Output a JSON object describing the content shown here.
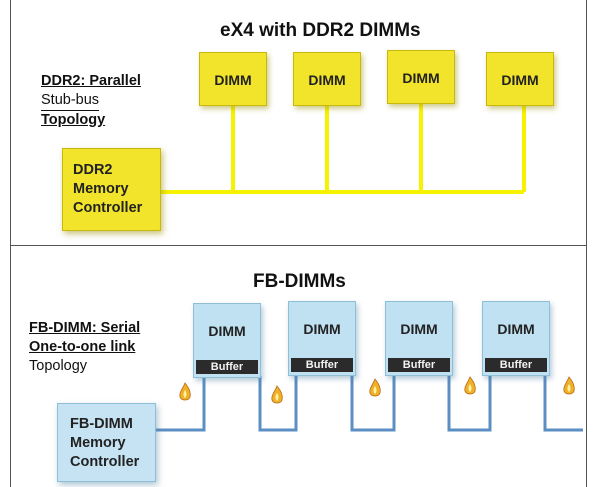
{
  "top": {
    "title": "eX4 with DDR2 DIMMs",
    "side_label": {
      "line1": "DDR2: Parallel",
      "line2": "Stub-bus",
      "line3": "Topology"
    },
    "dimm_labels": [
      "DIMM",
      "DIMM",
      "DIMM",
      "DIMM"
    ],
    "controller": {
      "line1": "DDR2",
      "line2": "Memory",
      "line3": "Controller"
    },
    "bus_color": "#f7f200"
  },
  "bottom": {
    "title": "FB-DIMMs",
    "side_label": {
      "line1": "FB-DIMM: Serial",
      "line2": "One-to-one link",
      "line3": "Topology"
    },
    "dimms": [
      {
        "label": "DIMM",
        "buffer": "Buffer"
      },
      {
        "label": "DIMM",
        "buffer": "Buffer"
      },
      {
        "label": "DIMM",
        "buffer": "Buffer"
      },
      {
        "label": "DIMM",
        "buffer": "Buffer"
      }
    ],
    "controller": {
      "line1": "FB-DIMM",
      "line2": "Memory",
      "line3": "Controller"
    },
    "link_color": "#5b8fc3",
    "flame_icon": "flame-icon"
  }
}
